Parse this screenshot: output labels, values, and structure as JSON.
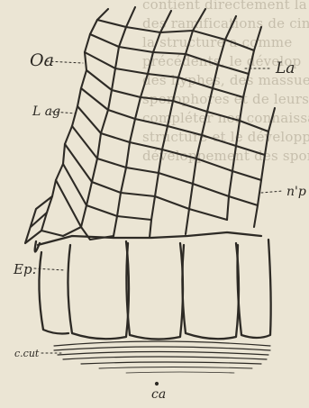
{
  "figure": {
    "labels": {
      "oa": "Oa",
      "la": "La",
      "lag": "L ag",
      "np": "n'p",
      "ep": "Ep.",
      "ccut": "c.cut",
      "ca": "ca"
    }
  },
  "background_text": [
    "contient directement la",
    "des ramifications de cinq",
    "la structure a comme",
    "précédents, le dévelop",
    "des hyphes, des massue",
    "sporophores et de leurs",
    "compléter nos connaissances",
    "structure et le développement",
    "développement des spores."
  ]
}
